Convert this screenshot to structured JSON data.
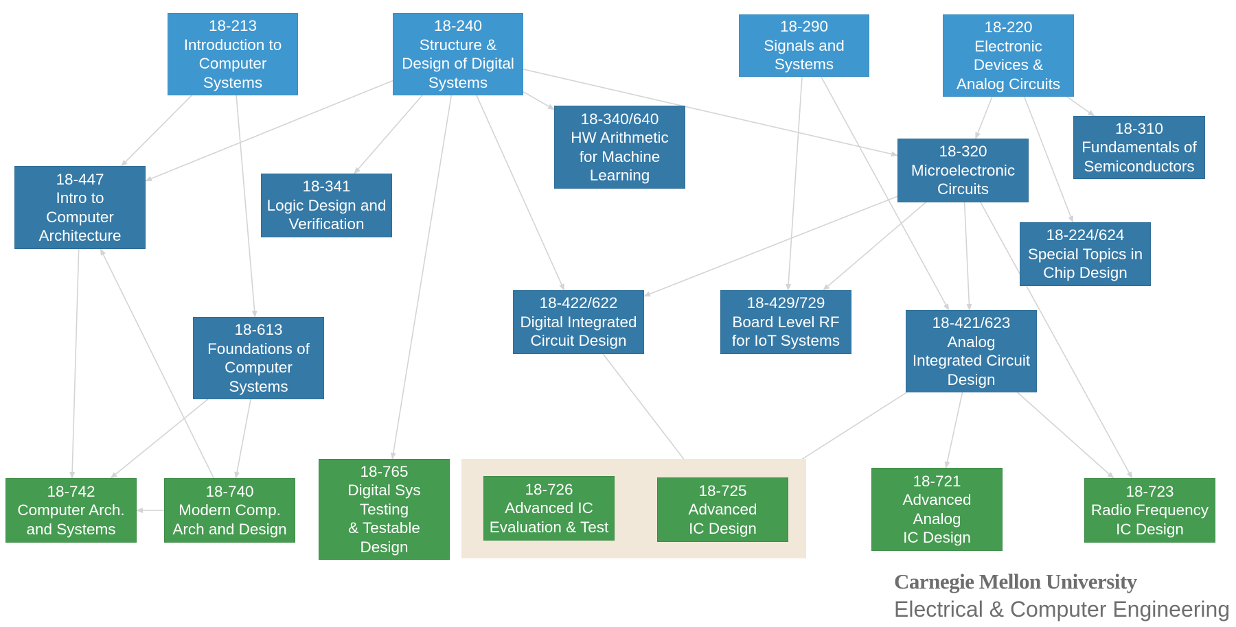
{
  "colors": {
    "undergrad_light": "#3f97cf",
    "undergrad_dark": "#3579a6",
    "graduate": "#459b50",
    "highlight_group": "#f1e8d9",
    "edge": "#d4d4d4",
    "footer_text": "#6e6e6e"
  },
  "nodes": {
    "c18213": {
      "number": "18-213",
      "title": [
        "Introduction to",
        "Computer",
        "Systems"
      ]
    },
    "c18240": {
      "number": "18-240",
      "title": [
        "Structure &",
        "Design of Digital",
        "Systems"
      ]
    },
    "c18290": {
      "number": "18-290",
      "title": [
        "Signals and",
        "Systems"
      ]
    },
    "c18220": {
      "number": "18-220",
      "title": [
        "Electronic",
        "Devices &",
        "Analog Circuits"
      ]
    },
    "c18447": {
      "number": "18-447",
      "title": [
        "Intro to",
        "Computer",
        "Architecture"
      ]
    },
    "c18341": {
      "number": "18-341",
      "title": [
        "Logic Design and",
        "Verification"
      ]
    },
    "c18340": {
      "number": "18-340/640",
      "title": [
        "HW Arithmetic",
        "for Machine",
        "Learning"
      ]
    },
    "c18320": {
      "number": "18-320",
      "title": [
        "Microelectronic",
        "Circuits"
      ]
    },
    "c18310": {
      "number": "18-310",
      "title": [
        "Fundamentals of",
        "Semiconductors"
      ]
    },
    "c18224": {
      "number": "18-224/624",
      "title": [
        "Special Topics in",
        "Chip Design"
      ]
    },
    "c18613": {
      "number": "18-613",
      "title": [
        "Foundations of",
        "Computer",
        "Systems"
      ]
    },
    "c18422": {
      "number": "18-422/622",
      "title": [
        "Digital Integrated",
        "Circuit Design"
      ]
    },
    "c18429": {
      "number": "18-429/729",
      "title": [
        "Board Level RF",
        "for IoT Systems"
      ]
    },
    "c18421": {
      "number": "18-421/623",
      "title": [
        "Analog",
        "Integrated Circuit",
        "Design"
      ]
    },
    "c18742": {
      "number": "18-742",
      "title": [
        "Computer Arch.",
        "and Systems"
      ]
    },
    "c18740": {
      "number": "18-740",
      "title": [
        "Modern Comp.",
        "Arch and Design"
      ]
    },
    "c18765": {
      "number": "18-765",
      "title": [
        "Digital Sys",
        "Testing",
        "& Testable",
        "Design"
      ]
    },
    "c18726": {
      "number": "18-726",
      "title": [
        "Advanced IC",
        "Evaluation & Test"
      ]
    },
    "c18725": {
      "number": "18-725",
      "title": [
        "Advanced",
        "IC Design"
      ]
    },
    "c18721": {
      "number": "18-721",
      "title": [
        "Advanced",
        "Analog",
        "IC Design"
      ]
    },
    "c18723": {
      "number": "18-723",
      "title": [
        "Radio Frequency",
        "IC Design"
      ]
    }
  },
  "edges": [
    {
      "from": "c18213",
      "to": "c18447"
    },
    {
      "from": "c18213",
      "to": "c18613"
    },
    {
      "from": "c18240",
      "to": "c18447"
    },
    {
      "from": "c18240",
      "to": "c18341"
    },
    {
      "from": "c18240",
      "to": "c18340"
    },
    {
      "from": "c18240",
      "to": "c18320"
    },
    {
      "from": "c18240",
      "to": "c18422"
    },
    {
      "from": "c18240",
      "to": "c18765"
    },
    {
      "from": "c18290",
      "to": "c18429"
    },
    {
      "from": "c18290",
      "to": "c18421"
    },
    {
      "from": "c18220",
      "to": "c18320"
    },
    {
      "from": "c18220",
      "to": "c18310"
    },
    {
      "from": "c18220",
      "to": "c18224"
    },
    {
      "from": "c18320",
      "to": "c18422"
    },
    {
      "from": "c18320",
      "to": "c18429"
    },
    {
      "from": "c18320",
      "to": "c18421"
    },
    {
      "from": "c18320",
      "to": "c18723"
    },
    {
      "from": "c18447",
      "to": "c18742"
    },
    {
      "from": "c18740",
      "to": "c18447"
    },
    {
      "from": "c18613",
      "to": "c18742"
    },
    {
      "from": "c18613",
      "to": "c18740"
    },
    {
      "from": "c18740",
      "to": "c18742"
    },
    {
      "from": "c18422",
      "to": "c18725"
    },
    {
      "from": "c18421",
      "to": "c18725"
    },
    {
      "from": "c18421",
      "to": "c18721"
    },
    {
      "from": "c18421",
      "to": "c18723"
    },
    {
      "from": "c18725",
      "to": "c18726"
    }
  ],
  "footer": {
    "university": "Carnegie Mellon University",
    "department": "Electrical & Computer Engineering"
  }
}
